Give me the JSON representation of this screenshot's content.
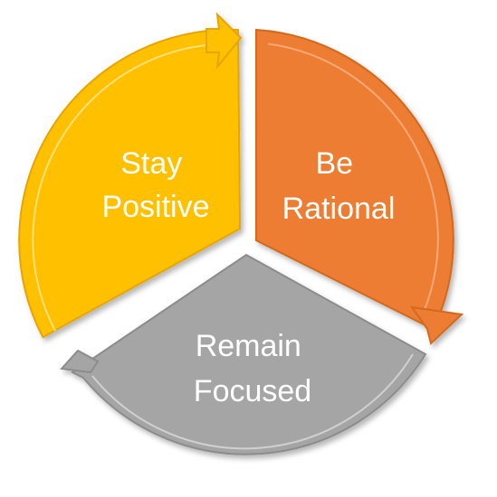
{
  "diagram": {
    "segments": [
      {
        "id": "stay-positive",
        "lines": [
          "Stay",
          "Positive"
        ],
        "fill": "#FFC000",
        "edge": "#E7A500",
        "shade": "#BF8A00"
      },
      {
        "id": "be-rational",
        "lines": [
          "Be",
          "Rational"
        ],
        "fill": "#ED7D31",
        "edge": "#D2691F",
        "shade": "#B5561A"
      },
      {
        "id": "remain-focused",
        "lines": [
          "Remain",
          "Focused"
        ],
        "fill": "#A5A5A5",
        "edge": "#8C8C8C",
        "shade": "#7A7A7A"
      }
    ]
  }
}
